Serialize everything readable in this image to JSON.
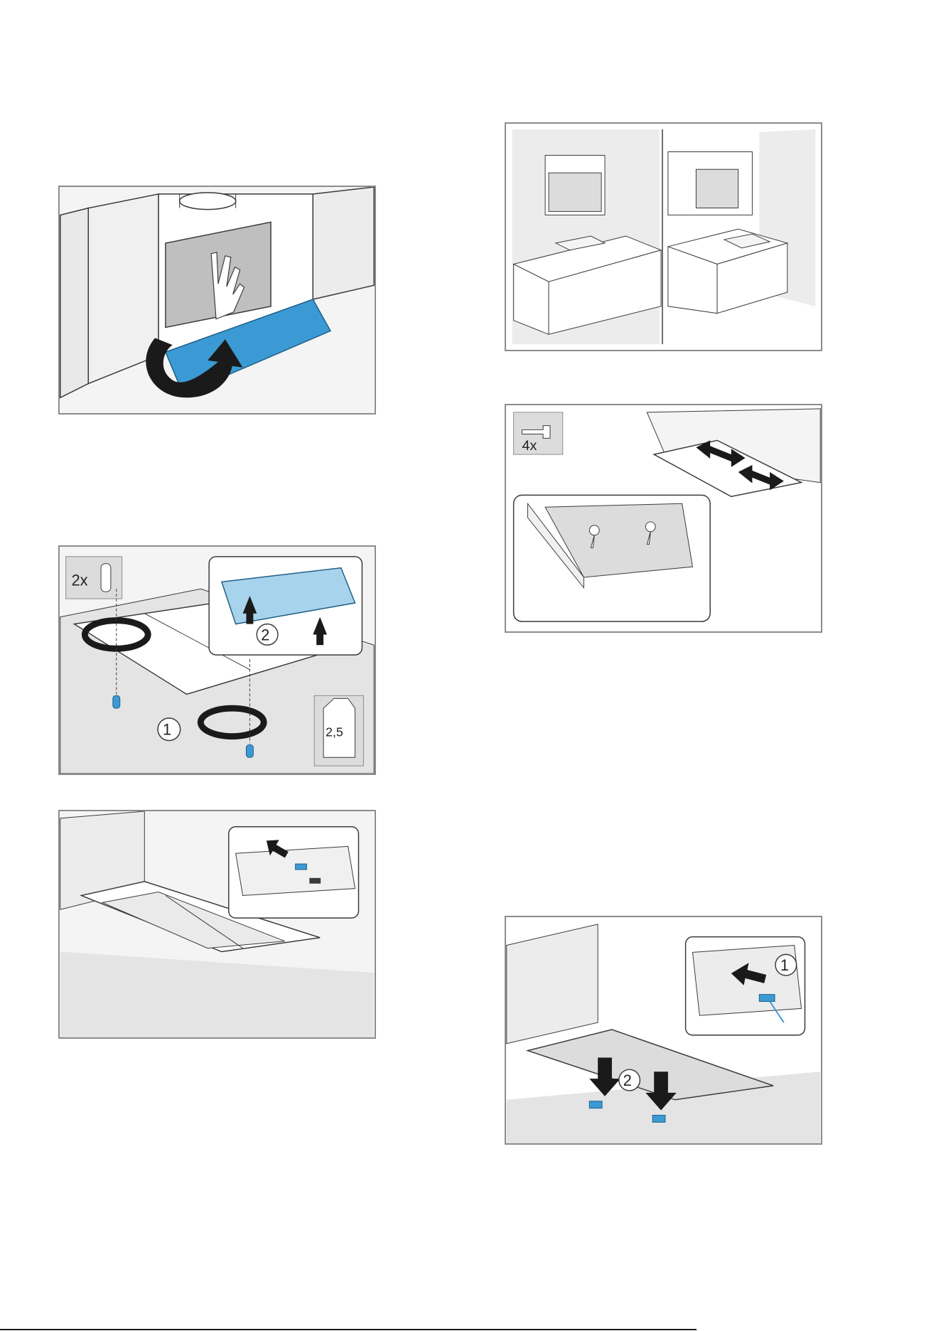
{
  "colors": {
    "accent_blue": "#3b9ad4",
    "light_blue": "#a8d3ec",
    "panel_border": "#8c8c8c",
    "wall_grey": "#e8e8e8",
    "line": "#3a3a3a"
  },
  "figures": [
    {
      "id": "fig-open-panel",
      "labels": []
    },
    {
      "id": "fig-remove-screws",
      "labels": {
        "qty": "2x",
        "step1": "1",
        "step2": "2",
        "tool_size": "2,5"
      }
    },
    {
      "id": "fig-slide-panel",
      "labels": []
    },
    {
      "id": "fig-kitchen-options",
      "labels": []
    },
    {
      "id": "fig-fix-screws",
      "labels": {
        "qty": "4x"
      }
    },
    {
      "id": "fig-insert-clips",
      "labels": {
        "step1": "1",
        "step2": "2"
      }
    }
  ]
}
